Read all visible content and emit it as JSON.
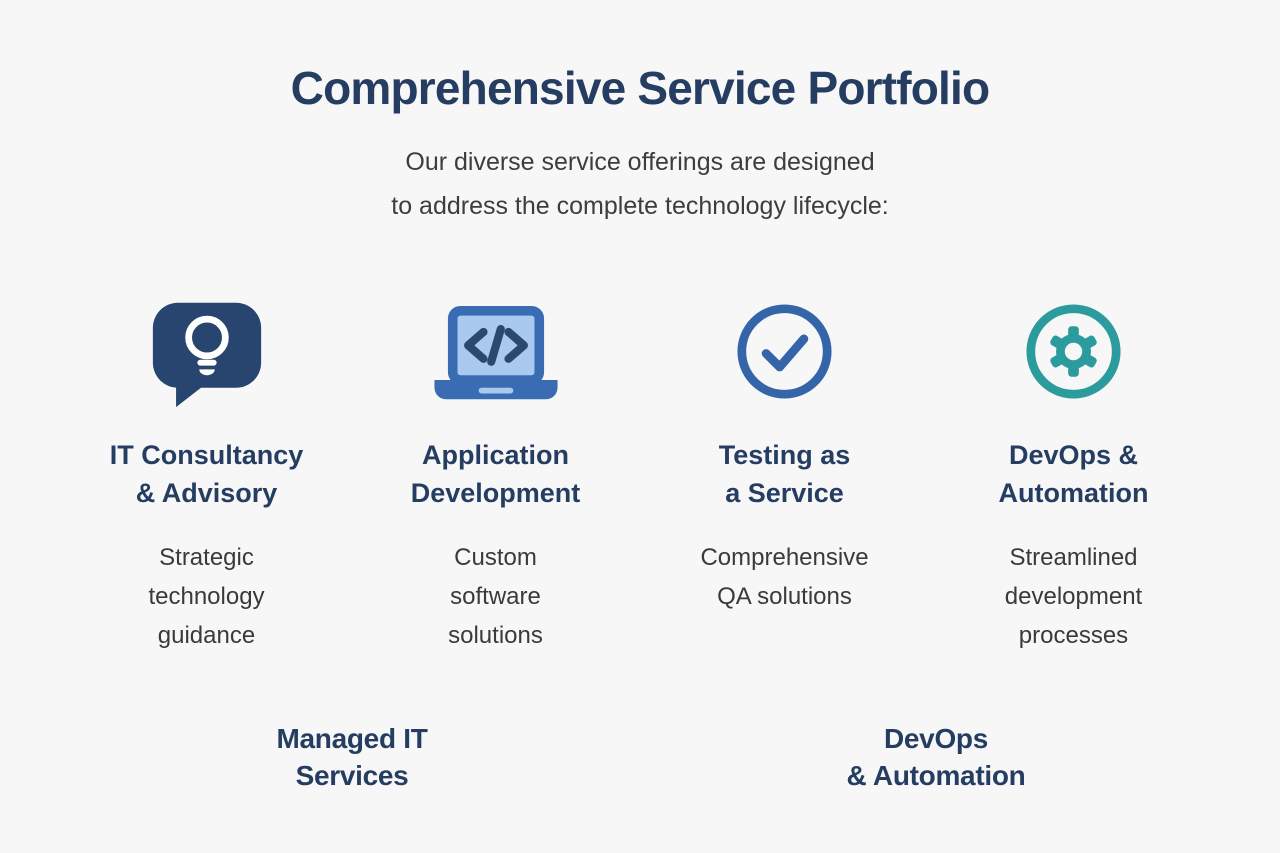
{
  "header": {
    "title": "Comprehensive Service Portfolio",
    "subtitle": "Our diverse service offerings are designed\nto address the complete technology lifecycle:"
  },
  "services": [
    {
      "icon": "speech-bubble-lightbulb-icon",
      "title": "IT Consultancy\n& Advisory",
      "description": "Strategic\ntechnology\nguidance"
    },
    {
      "icon": "laptop-code-icon",
      "title": "Application\nDevelopment",
      "description": "Custom\nsoftware\nsolutions"
    },
    {
      "icon": "check-circle-icon",
      "title": "Testing as\na Service",
      "description": "Comprehensive\nQA solutions"
    },
    {
      "icon": "gear-circle-icon",
      "title": "DevOps &\nAutomation",
      "description": "Streamlined\ndevelopment\nprocesses"
    }
  ],
  "footer_groups": [
    {
      "label": "Managed IT\nServices"
    },
    {
      "label": "DevOps\n& Automation"
    }
  ],
  "colors": {
    "title_navy": "#263d62",
    "speech_bubble_navy": "#27456e",
    "laptop_blue": "#3a6cb3",
    "laptop_screen_light_blue": "#aac9ee",
    "code_glyph_navy": "#2c486f",
    "check_blue": "#3465a8",
    "gear_teal": "#2b9b9d",
    "body_text": "#3a3a3a",
    "background": "#f7f7f8"
  }
}
